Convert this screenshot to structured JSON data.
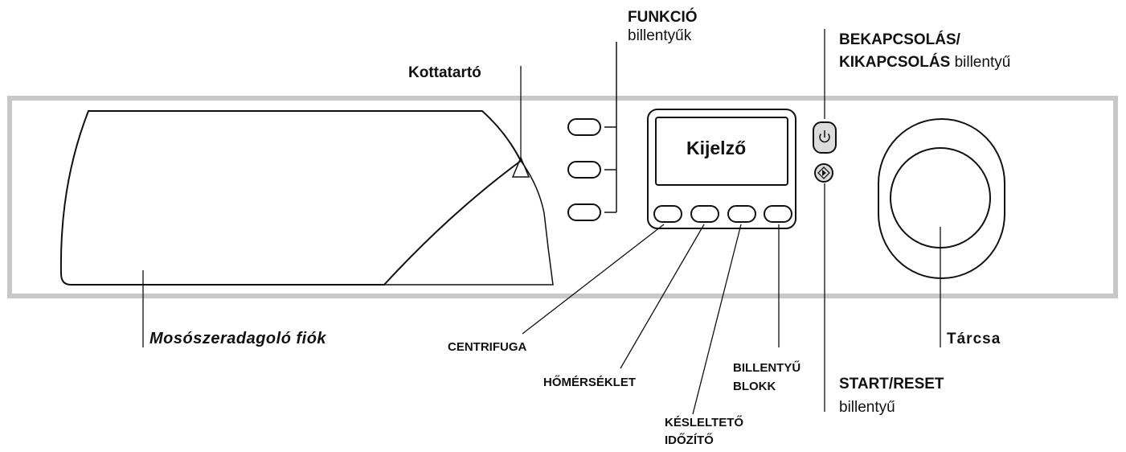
{
  "labels": {
    "funkcio_title": "FUNKCIÓ",
    "funkcio_sub": "billentyűk",
    "kottatarto": "Kottatartó",
    "power_title_1": "BEKAPCSOLÁS/",
    "power_title_2": "KIKAPCSOLÁS",
    "power_sub": "billentyű",
    "display": "Kijelző",
    "drawer": "Mosószeradagoló fiók",
    "centrifuga": "CENTRIFUGA",
    "homerseklet": "HŐMÉRSÉKLET",
    "keslelteto_1": "KÉSLELTETŐ",
    "keslelteto_2": "IDŐZÍTŐ",
    "billentyu_blokk_1": "BILLENTYŰ",
    "billentyu_blokk_2": "BLOKK",
    "start_title": "START/RESET",
    "start_sub": "billentyű",
    "tarcsa": "Tárcsa"
  },
  "icons": {
    "power": "power-icon",
    "start": "start-reset-icon"
  },
  "colors": {
    "frame": "#c8c8c8",
    "button_fill": "#dcdcdc",
    "line": "#111111"
  }
}
